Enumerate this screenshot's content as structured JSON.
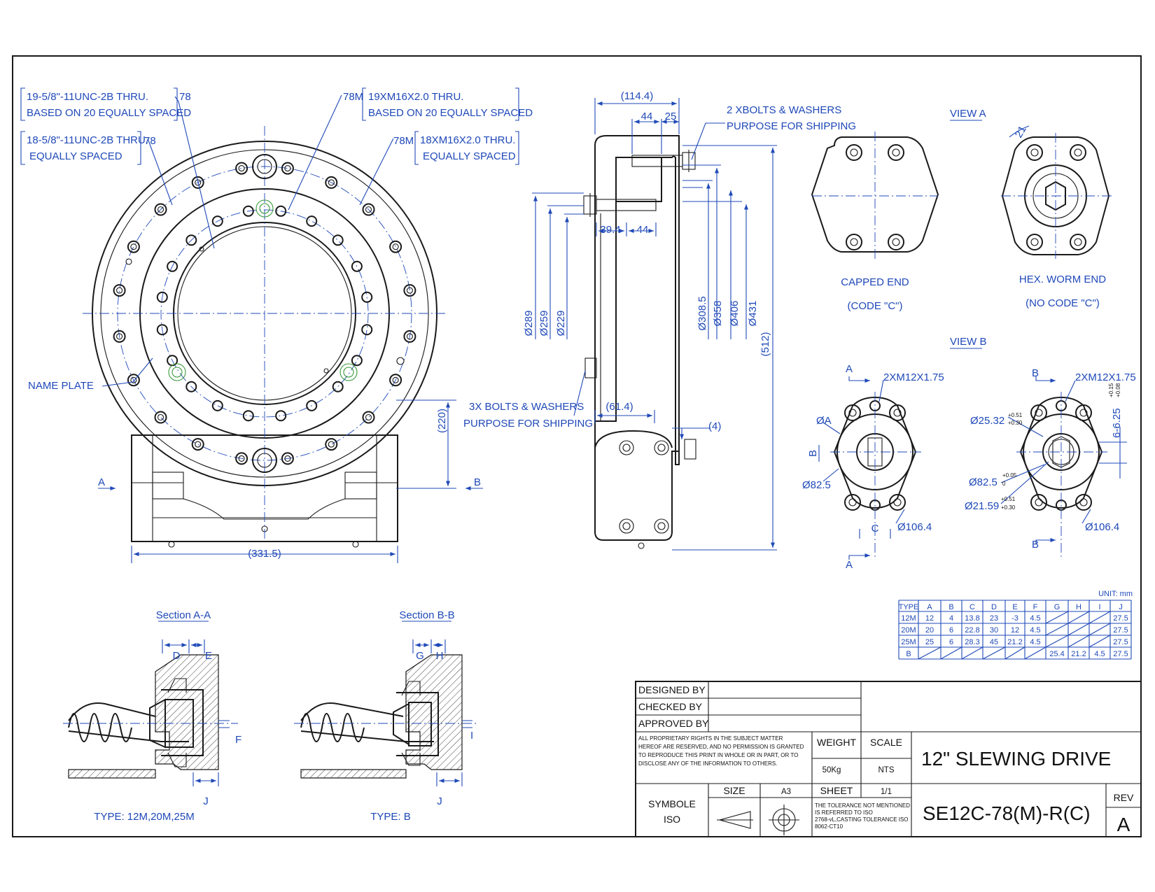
{
  "notes": {
    "n1_a": "19-5/8\"-11UNC-2B THRU.",
    "n1_b": "BASED ON 20 EQUALLY SPACED",
    "n1_v": "78",
    "n2_a": "18-5/8\"-11UNC-2B THRU.",
    "n2_b": "EQUALLY SPACED",
    "n2_v": "78",
    "n3_v": "78M",
    "n3_a": "19XM16X2.0 THRU.",
    "n3_b": "BASED ON 20 EQUALLY SPACED",
    "n4_v": "78M",
    "n4_a": "18XM16X2.0 THRU.",
    "n4_b": "EQUALLY SPACED",
    "name_plate": "NAME PLATE",
    "ship_top_a": "2 XBOLTS & WASHERS",
    "ship_top_b": "PURPOSE FOR SHIPPING",
    "ship_bot_a": "3X BOLTS & WASHERS",
    "ship_bot_b": "PURPOSE FOR SHIPPING"
  },
  "front_view": {
    "dim_220": "(220)",
    "dim_331": "(331.5)",
    "label_a": "A",
    "label_b": "B"
  },
  "side_view": {
    "dim_114": "(114.4)",
    "dim_44_top": "44",
    "dim_25": "25",
    "dim_39": "39.4",
    "dim_44_mid": "44",
    "dim_289": "Ø289",
    "dim_259": "Ø259",
    "dim_229": "Ø229",
    "dim_3085": "Ø308.5",
    "dim_358": "Ø358",
    "dim_406": "Ø406",
    "dim_431": "Ø431",
    "dim_512": "(512)",
    "dim_61": "(61.4)",
    "dim_4": "(4)"
  },
  "view_a": {
    "title": "VIEW A",
    "angle": "21",
    "capped_a": "CAPPED END",
    "capped_b": "(CODE \"C\")",
    "hex_a": "HEX. WORM END",
    "hex_b": "(NO CODE \"C\")"
  },
  "view_b": {
    "title": "VIEW B",
    "a": "A",
    "b": "B",
    "m12_left": "2XM12X1.75",
    "m12_right": "2XM12X1.75",
    "dia_a": "ØA",
    "b_small": "B",
    "c": "C",
    "d825_left": "Ø82.5",
    "d1064_left": "Ø106.4",
    "d2532": "Ø25.32",
    "d2532_tol_up": "+0.51",
    "d2532_tol_dn": "+0.30",
    "d625": "6-6.25",
    "d625_tol_up": "+0.15",
    "d625_tol_dn": "+0.08",
    "d825_right": "Ø82.5",
    "d825_tol_up": "+0.05",
    "d825_tol_dn": "0",
    "d2159": "Ø21.59",
    "d2159_tol_up": "+0.51",
    "d2159_tol_dn": "+0.30",
    "d1064_right": "Ø106.4"
  },
  "sections": {
    "aa_title": "Section A-A",
    "bb_title": "Section B-B",
    "aa_type": "TYPE: 12M,20M,25M",
    "bb_type": "TYPE: B",
    "d": "D",
    "e": "E",
    "f": "F",
    "j_left": "J",
    "g": "G",
    "h": "H",
    "i": "I",
    "j_right": "J"
  },
  "type_table": {
    "unit": "UNIT:  mm",
    "headers": [
      "TYPE",
      "A",
      "B",
      "C",
      "D",
      "E",
      "F",
      "G",
      "H",
      "I",
      "J"
    ],
    "rows": [
      [
        "12M",
        "12",
        "4",
        "13.8",
        "23",
        "-3",
        "4.5",
        "",
        "",
        "",
        "27.5"
      ],
      [
        "20M",
        "20",
        "6",
        "22.8",
        "30",
        "12",
        "4.5",
        "",
        "",
        "",
        "27.5"
      ],
      [
        "25M",
        "25",
        "6",
        "28.3",
        "45",
        "21.2",
        "4.5",
        "",
        "",
        "",
        "27.5"
      ],
      [
        "B",
        "",
        "",
        "",
        "",
        "",
        "",
        "25.4",
        "21.2",
        "4.5",
        "27.5"
      ]
    ]
  },
  "title_block": {
    "designed_by": "DESIGNED BY",
    "checked_by": "CHECKED BY",
    "approved_by": "APPROVED BY",
    "rights_1": "ALL PROPRIETARY RIGHTS IN THE SUBJECT MATTER",
    "rights_2": "HEREOF ARE RESERVED, AND NO PERMISSION IS GRANTED",
    "rights_3": "TO REPRODUCE THIS PRINT IN WHOLE OR IN PART, OR TO",
    "rights_4": "DISCLOSE ANY OF THE INFORMATION TO OTHERS.",
    "weight_label": "WEIGHT",
    "weight_value": "50Kg",
    "scale_label": "SCALE",
    "scale_value": "NTS",
    "product_title": "12\" SLEWING DRIVE",
    "symbole": "SYMBOLE",
    "iso": "ISO",
    "size_label": "SIZE",
    "size_value": "A3",
    "sheet_label": "SHEET",
    "sheet_value": "1/1",
    "tol_1": "THE TOLERANCE NOT MENTIONED",
    "tol_2": "IS REFERRED TO ISO",
    "tol_3": "2768-vL,CASTING TOLERANCE ISO",
    "tol_4": "8062-CT10",
    "part_number": "SE12C-78(M)-R(C)",
    "rev_label": "REV",
    "rev_value": "A"
  }
}
